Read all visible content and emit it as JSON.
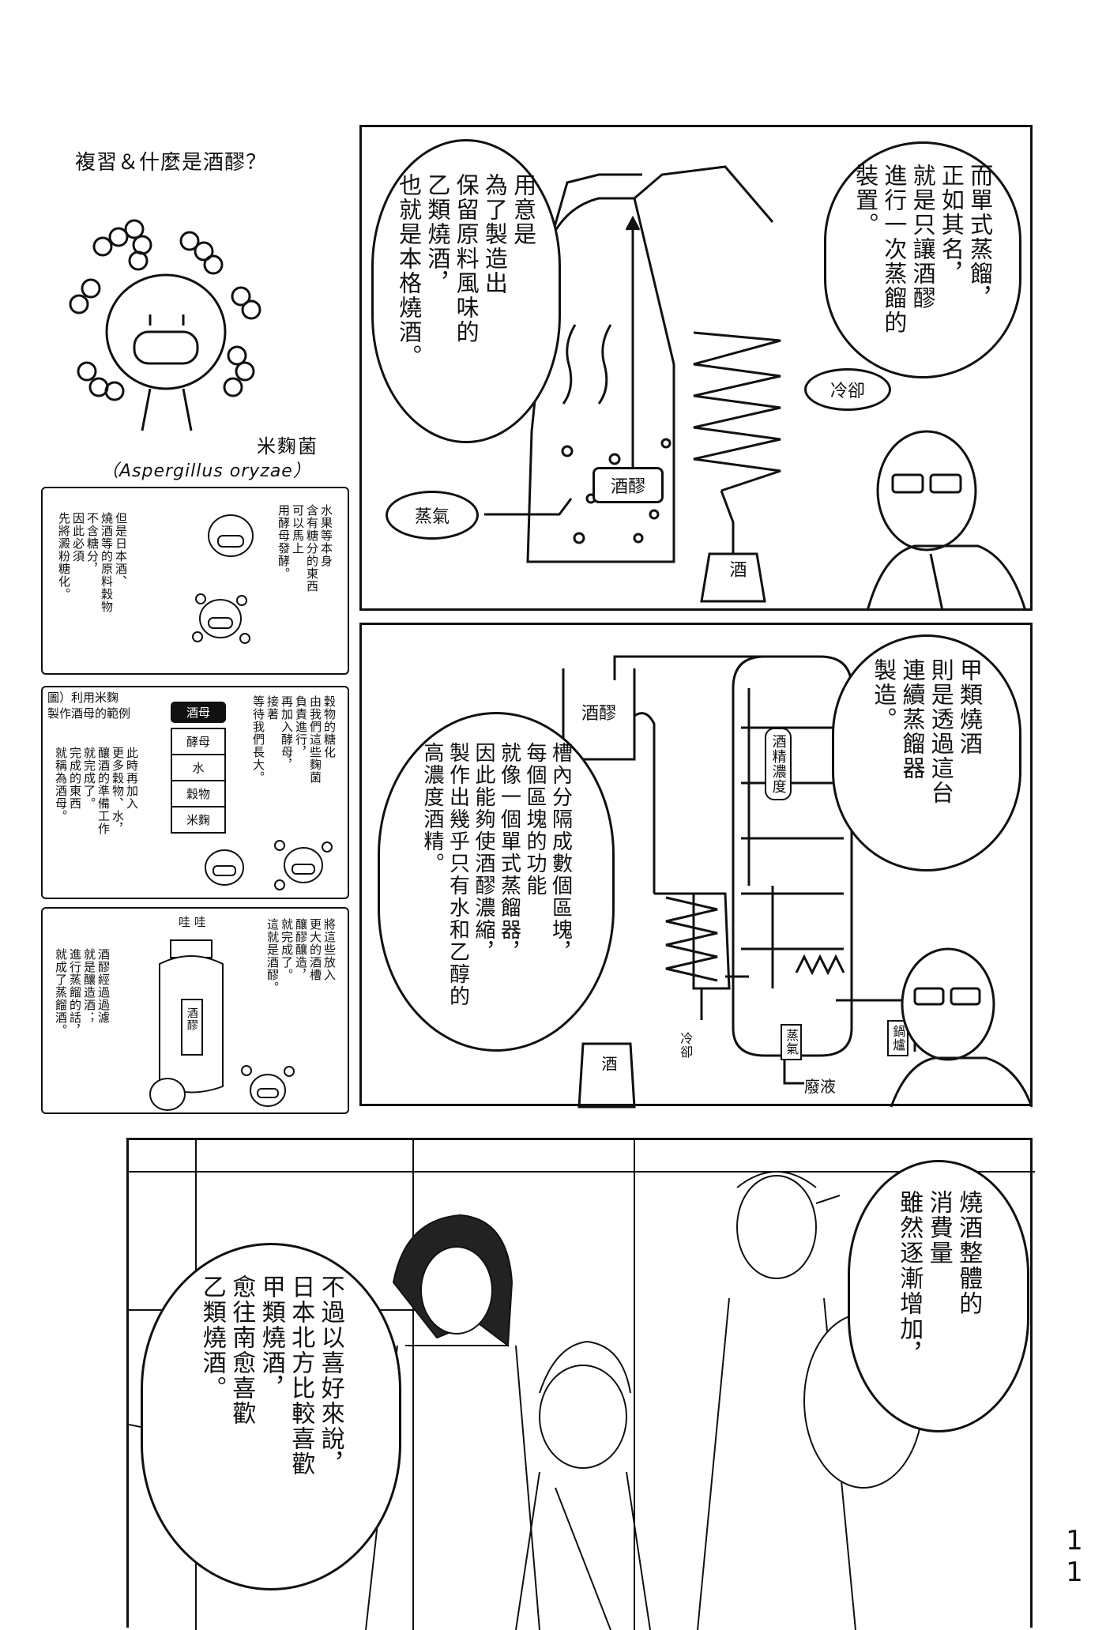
{
  "sidebar": {
    "title": "複習＆什麼是酒醪？",
    "koji_label": "米麴菌",
    "koji_latin": "（Aspergillus oryzae）",
    "box1_text_right": "水果等本身\n含有糖分的東西\n可以馬上\n用酵母發酵。",
    "box1_text_left": "但是日本酒、\n燒酒等的原料穀物\n不含糖分，\n因此必須\n先將澱粉糖化。",
    "box2_caption": "圖）利用米麴\n製作酒母的範例",
    "box2_text_right": "穀物的糖化\n由我們這些麴菌\n負責進行，\n再加入酵母，\n接著\n等待我們長大。",
    "box2_text_left": "此時再加入\n更多穀物、水，\n釀酒的準備工作\n就完成了。\n完成的東西\n就稱為酒母。",
    "box2_table": [
      "酒母",
      "酵母",
      "水",
      "穀物",
      "米麴"
    ],
    "box3_text_right": "將這些放入\n更大的酒槽\n釀醪釀造，\n就完成了。\n這就是酒醪。",
    "box3_text_left": "酒醪經過過濾\n就是釀造酒；\n進行蒸餾的話，\n就成了蒸餾酒。",
    "box3_sfx": "哇 哇",
    "box3_tank_label": "酒醪"
  },
  "panel1": {
    "bubble_right": "而單式蒸餾，\n正如其名，\n就是只讓酒醪\n進行一次蒸餾的\n裝置。",
    "bubble_left": "用意是\n為了製造出\n保留原料風味的\n乙類燒酒，\n也就是本格燒酒。",
    "label_cool": "冷卻",
    "label_steam": "蒸氣",
    "label_mash": "酒醪",
    "label_sake": "酒"
  },
  "panel2": {
    "bubble_right": "甲類燒酒\n則是透過這台\n連續蒸餾器\n製造。",
    "bubble_left": "槽內分隔成數個區塊，\n每個區塊的功能\n就像一個單式蒸餾器，\n因此能夠使酒醪濃縮，\n製作出幾乎只有水和乙醇的\n高濃度酒精。",
    "label_mash": "酒醪",
    "label_alcohol": "酒精濃度",
    "label_steam": "蒸氣",
    "label_cool": "冷卻",
    "label_sake": "酒",
    "label_boiler": "鍋爐",
    "label_waste": "廢液"
  },
  "panel3": {
    "bubble_right": "燒酒整體的\n消費量\n雖然逐漸增加，",
    "bubble_left": "不過以喜好來說，\n日本北方比較喜歡\n甲類燒酒，\n愈往南愈喜歡\n乙類燒酒。"
  },
  "page_number": "11"
}
